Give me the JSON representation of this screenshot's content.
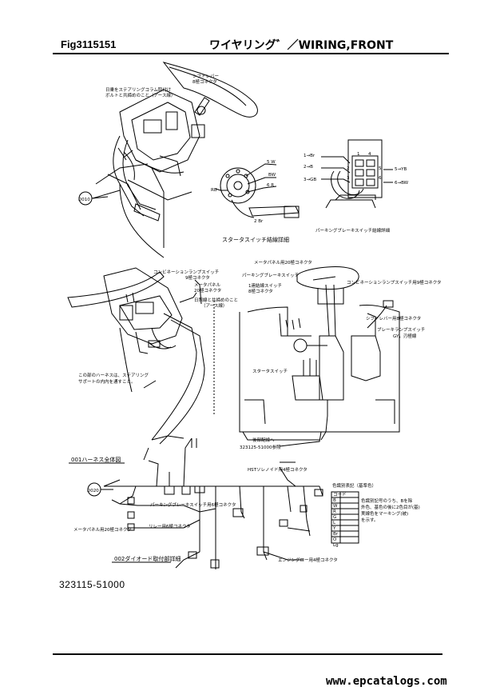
{
  "header": {
    "fig_code": "Fig3115151",
    "title": "ワイヤリング゛／WIRING,FRONT"
  },
  "part_number": "323115-51000",
  "watermark": "www.epcatalogs.com",
  "callouts": {
    "d010": "D010",
    "d020": "D020"
  },
  "details": {
    "starter_switch_title": "スタータスイッチ結線詳細",
    "parking_brake_title": "パーキングブレーキスイッチ結線詳細",
    "harness_001": "001ハーネス全体図",
    "diode_002": "002ダイオード取付部詳細"
  },
  "labels": {
    "shift_lever": "シフトレバー",
    "shift_lever_conn": "8極コネクタ",
    "column_note_1": "日乗をステアリングコラム取付け",
    "column_note_2": "ボルトと共締めのこと（アース線）",
    "starter_5w": "5 W",
    "starter_bw": "BW",
    "starter_6r": "6 R",
    "starter_rb": "RB",
    "starter_2br": "2 Br",
    "pb_1br": "1→Br",
    "pb_2b": "2→B",
    "pb_3gb": "3→GB",
    "pb_5yb": "5→YB",
    "pb_6bw": "6→BW",
    "pb_n1": "1",
    "pb_n2": "2",
    "pb_n3": "3",
    "pb_n4": "4",
    "pb_n5": "5",
    "pb_n6": "6",
    "combo_lamp_sw": "コンビネーションランプスイッチ",
    "combo_lamp_conn": "9極コネクタ",
    "meter_panel": "メータパネル",
    "meter_panel_conn": "20極コネクタ",
    "ground_note_1": "日照線と共締めのこと",
    "ground_note_2": "（アース線）",
    "harness_note_1": "この部のハーネスは、ステアリング",
    "harness_note_2": "サポートの内内を通すこと。",
    "meter_panel_20_conn": "メータパネル用20極コネクタ",
    "parking_brake_sw": "パーキングブレーキスイッチ",
    "aux_switch_1": "1連結線スイッチ",
    "aux_switch_2": "8極コネクタ",
    "combo_lamp_9_conn": "コンビネーションランプスイッチ用9極コネクタ",
    "shift_lever_8_conn": "シフトレバー用8極コネクタ",
    "brake_lamp_sw": "ブレーキランプスイッチ",
    "brake_lamp_sw_color": "GY，刃極線",
    "starter_sw": "スタータスイッチ",
    "to_harness": "後部配線へ",
    "ref_part": "323125-51000参照",
    "hst_conn": "HSTソレノイド用4極コネクタ",
    "parking_brake_conn": "パーキングブレーキスイッチ用6極コネクタ",
    "meter_20_conn": "メータパネル用20極コネクタ",
    "relay_conn": "リレー用6極コネクタ",
    "engine_glow_conn": "エンジングロー用4極コネクタ"
  },
  "color_table": {
    "title": "色識別表記（基準色）",
    "header": "コード",
    "codes": [
      "B",
      "W",
      "R",
      "G",
      "L",
      "Y",
      "Br",
      "O",
      "Lg"
    ],
    "note_1": "色識別記号のうち、Bを除",
    "note_2": "外色、基色の後に2色目が(基)",
    "note_3": "実線色をマーキング(被)",
    "note_4": "を示す。"
  }
}
